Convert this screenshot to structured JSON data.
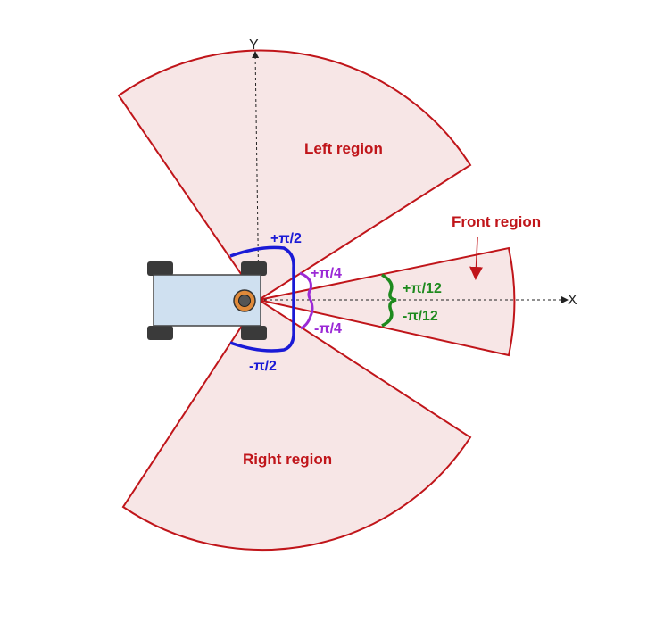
{
  "axes": {
    "x_label": "X",
    "y_label": "Y"
  },
  "regions": {
    "left": "Left region",
    "right": "Right region",
    "front": "Front region"
  },
  "angles": {
    "left_boundary": "+π/2",
    "right_boundary": "-π/2",
    "diag_left": "+π/4",
    "diag_right": "-π/4",
    "front_left": "+π/12",
    "front_right": "-π/12"
  },
  "colors": {
    "region": "#c0151a",
    "region_fill": "#f7e6e6",
    "half_pi_arc": "#1a1ad6",
    "quarter_pi_arc": "#9b2ad6",
    "twelfth_pi_arc": "#1e8a1e",
    "robot_body": "#cfe0f0",
    "wheels": "#3a3a3a",
    "sensor": "#e08a3a"
  }
}
